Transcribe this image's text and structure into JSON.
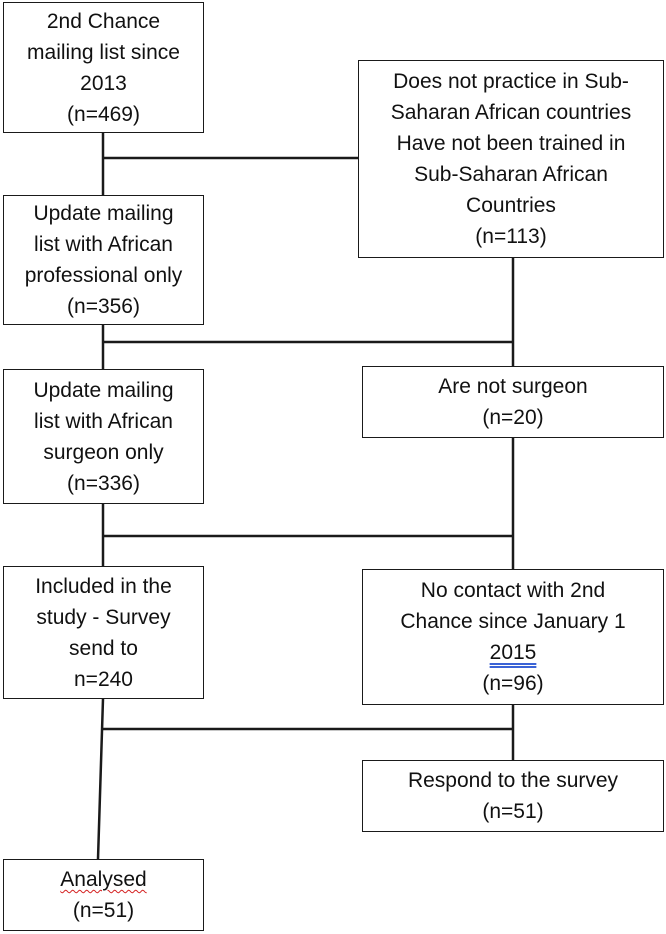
{
  "nodes": {
    "mailing_list": {
      "lines": [
        "2nd Chance",
        "mailing list since",
        "2013",
        "(n=469)"
      ]
    },
    "exclusion_africa": {
      "lines": [
        "Does not practice in Sub-",
        "Saharan African countries",
        "Have not been trained in",
        "Sub-Saharan African",
        "Countries",
        "(n=113)"
      ]
    },
    "update_professional": {
      "lines": [
        "Update mailing",
        "list with African",
        "professional only",
        "(n=356)"
      ]
    },
    "exclusion_surgeon": {
      "lines": [
        "Are not surgeon",
        "(n=20)"
      ]
    },
    "update_surgeon": {
      "lines": [
        "Update mailing",
        "list with African",
        "surgeon only",
        "(n=336)"
      ]
    },
    "included": {
      "lines": [
        "Included in the",
        "study - Survey",
        "send to",
        "n=240"
      ]
    },
    "exclusion_contact": {
      "lines": [
        "No contact with 2nd",
        "Chance since January 1",
        "2015",
        "(n=96)"
      ]
    },
    "respond": {
      "lines": [
        "Respond to the survey",
        "(n=51)"
      ]
    },
    "analysed": {
      "lines": [
        "Analysed",
        "(n=51)"
      ]
    }
  },
  "colors": {
    "stroke": "#1a1a1a",
    "text": "#111111",
    "spell_underline": "#d42020",
    "grammar_underline": "#3a63d6"
  }
}
